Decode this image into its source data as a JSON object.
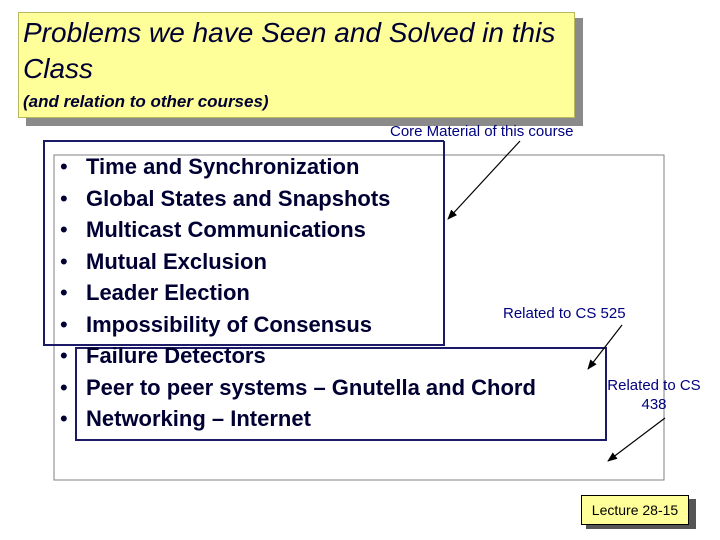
{
  "slide": {
    "title": "Problems we have Seen and Solved in this Class",
    "subtitle": "(and relation to other courses)",
    "bullet_glyph": "•",
    "items": [
      "Time and Synchronization",
      "Global States and Snapshots",
      "Multicast Communications",
      "Mutual Exclusion",
      "Leader Election",
      "Impossibility of Consensus",
      "Failure Detectors",
      "Peer to peer systems – Gnutella and Chord",
      "Networking – Internet"
    ],
    "annotations": {
      "core": "Core Material of this course",
      "cs525": "Related to CS 525",
      "cs438": "Related to CS 438"
    },
    "footer": "Lecture 28-15"
  },
  "colors": {
    "title_background": "#ffff99",
    "text": "#000033",
    "annotation": "#000080",
    "core_box": "#1a1a66",
    "cs438_box": "#1a1a66"
  }
}
